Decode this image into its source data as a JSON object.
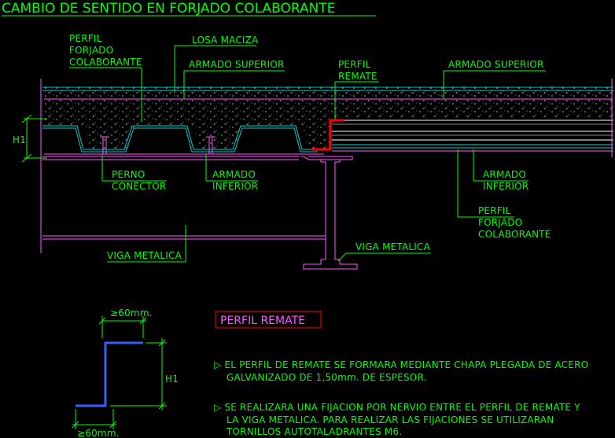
{
  "title": "CAMBIO DE SENTIDO EN FORJADO COLABORANTE",
  "labels": {
    "perfil_forjado_1": "PERFIL",
    "perfil_forjado_2": "FORJADO",
    "perfil_forjado_3": "COLABORANTE",
    "losa_maciza": "LOSA MACIZA",
    "armado_superior_left": "ARMADO SUPERIOR",
    "perfil_remate_1": "PERFIL",
    "perfil_remate_2": "REMATE",
    "armado_superior_right": "ARMADO SUPERIOR",
    "h1_left": "H1",
    "perno_1": "PERNO",
    "perno_2": "CONECTOR",
    "armado_inferior_left_1": "ARMADO",
    "armado_inferior_left_2": "INFERIOR",
    "armado_inferior_right_1": "ARMADO",
    "armado_inferior_right_2": "INFERIOR",
    "perfil_forjado_right_1": "PERFIL",
    "perfil_forjado_right_2": "FORJADO",
    "perfil_forjado_right_3": "COLABORANTE",
    "viga_metalica_left": "VIGA METALICA",
    "viga_metalica_right": "VIGA METALICA"
  },
  "detail": {
    "dim_top": "≥60mm.",
    "dim_h1": "H1",
    "dim_bottom": "≥60mm.",
    "box_title": "PERFIL REMATE"
  },
  "notes": {
    "n1_line1": "▷ EL PERFIL DE REMATE SE FORMARA MEDIANTE CHAPA PLEGADA DE ACERO",
    "n1_line2": "GALVANIZADO DE 1,50mm. DE ESPESOR.",
    "n2_line1": "▷ SE REALIZARA UNA FIJACION POR NERVIO ENTRE EL PERFIL DE REMATE Y",
    "n2_line2": "LA VIGA METALICA. PARA REALIZAR LAS FIJACIONES SE UTILIZARAN",
    "n2_line3": "TORNILLOS AUTOTALADRANTES M6."
  },
  "colors": {
    "background": "#000000",
    "text": "#00ff00",
    "slab": "#00cccc",
    "steel": "#ff55ff",
    "remate": "#ff0000",
    "detail_profile": "#3b5bff"
  }
}
